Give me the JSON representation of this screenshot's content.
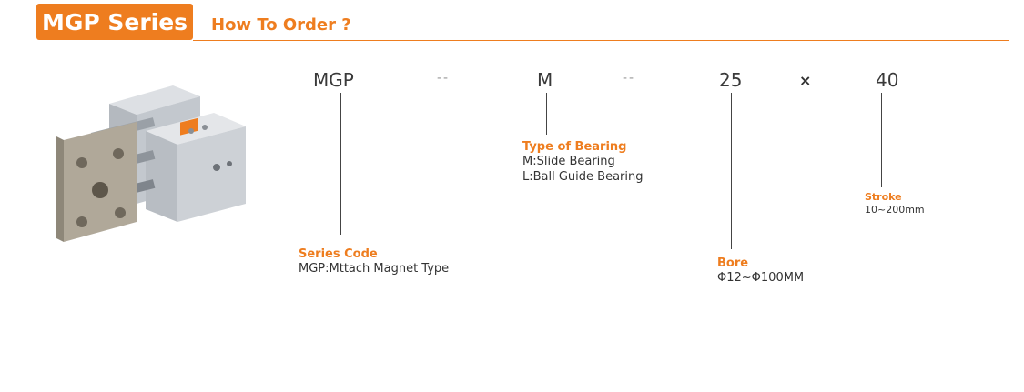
{
  "header": {
    "badge": "MGP Series",
    "subtitle": "How To Order ?"
  },
  "model_code": {
    "series": "MGP",
    "separator_1": "--",
    "bearing": "M",
    "separator_2": "--",
    "bore": "25",
    "times": "×",
    "stroke": "40"
  },
  "notes": {
    "series_code": {
      "title": "Series Code",
      "lines": [
        "MGP:Mttach Magnet Type"
      ]
    },
    "type_of_bearing": {
      "title": "Type of Bearing",
      "lines": [
        "M:Slide Bearing",
        "L:Ball Guide Bearing"
      ]
    },
    "bore": {
      "title": "Bore",
      "lines": [
        "Φ12~Φ100MM"
      ]
    },
    "stroke": {
      "title": "Stroke",
      "lines": [
        "10~200mm"
      ]
    }
  },
  "colors": {
    "accent": "#ee7d1f",
    "text": "#333333",
    "metal": "#c9cdd2",
    "plate": "#a8a093"
  },
  "product_image": "guided-cylinder-illustration"
}
